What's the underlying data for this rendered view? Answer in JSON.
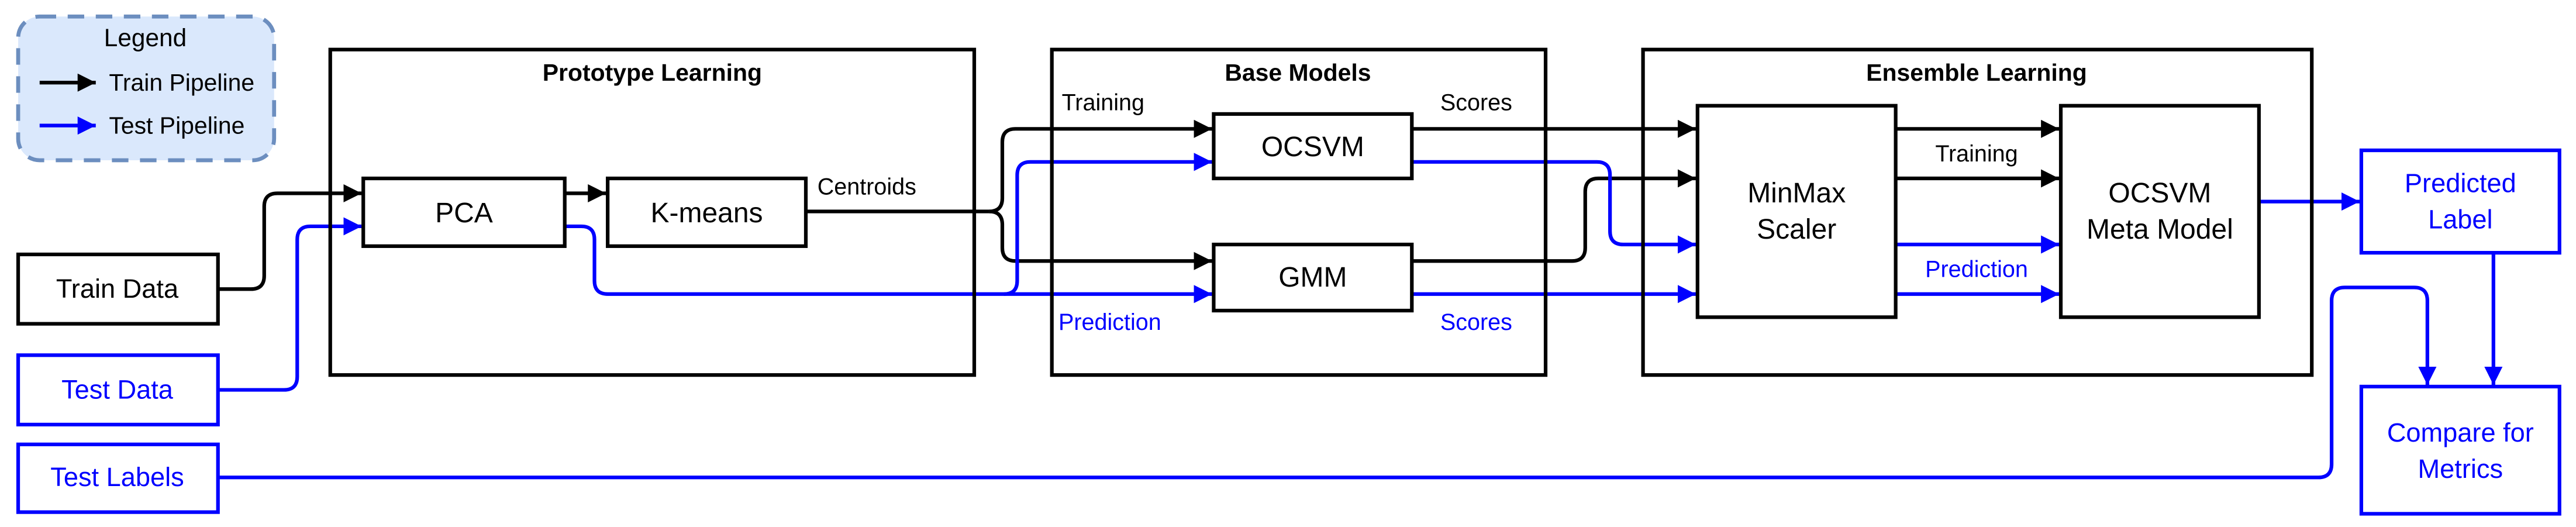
{
  "colors": {
    "pipeline_train": "#000000",
    "pipeline_test": "#0000ff",
    "legend_fill": "#dae8fc",
    "legend_border": "#6c8ebf",
    "background": "#ffffff"
  },
  "legend": {
    "title": "Legend",
    "items": [
      {
        "label": "Train Pipeline",
        "color": "#000000"
      },
      {
        "label": "Test Pipeline",
        "color": "#0000ff"
      }
    ]
  },
  "inputs": {
    "train_data": "Train Data",
    "test_data": "Test Data",
    "test_labels": "Test Labels"
  },
  "sections": {
    "prototype": {
      "title": "Prototype Learning",
      "pca": "PCA",
      "kmeans": "K-means",
      "centroids_label": "Centroids"
    },
    "base": {
      "title": "Base Models",
      "training_label": "Training",
      "scores_train_label": "Scores",
      "prediction_label": "Prediction",
      "scores_test_label": "Scores",
      "ocsvm": "OCSVM",
      "gmm": "GMM"
    },
    "ensemble": {
      "title": "Ensemble Learning",
      "minmax": [
        "MinMax",
        "Scaler"
      ],
      "meta": [
        "OCSVM",
        "Meta Model"
      ],
      "training_label": "Training",
      "prediction_label": "Prediction"
    }
  },
  "outputs": {
    "predicted": [
      "Predicted",
      "Label"
    ],
    "compare": [
      "Compare for",
      "Metrics"
    ]
  }
}
